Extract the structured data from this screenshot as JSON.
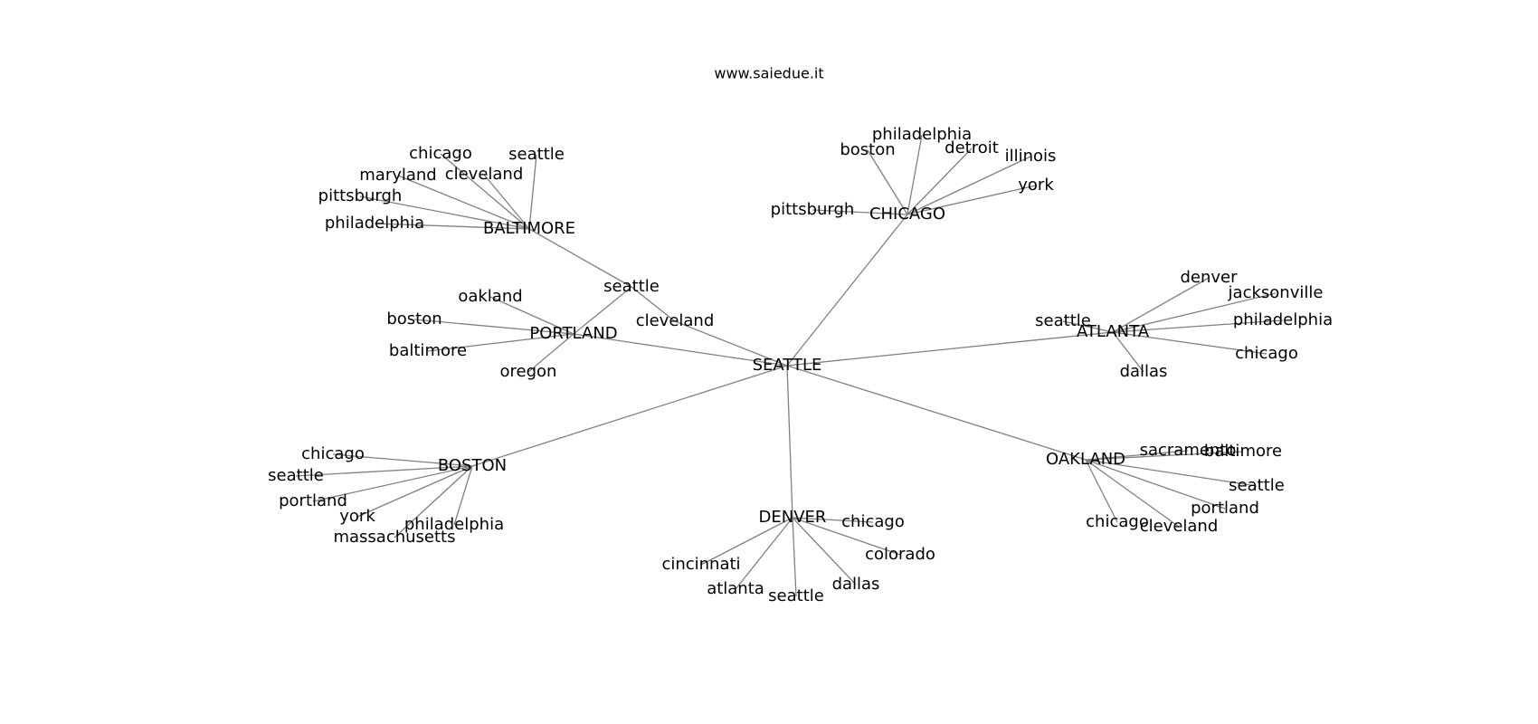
{
  "site": "www.saiedue.it",
  "colors": {
    "edge": "#808080",
    "text": "#000000",
    "background": "#ffffff"
  },
  "nodes": [
    {
      "id": "SEATTLE",
      "label": "SEATTLE"
    },
    {
      "id": "BALTIMORE",
      "label": "BALTIMORE"
    },
    {
      "id": "CHICAGO",
      "label": "CHICAGO"
    },
    {
      "id": "PORTLAND",
      "label": "PORTLAND"
    },
    {
      "id": "ATLANTA",
      "label": "ATLANTA"
    },
    {
      "id": "BOSTON",
      "label": "BOSTON"
    },
    {
      "id": "DENVER",
      "label": "DENVER"
    },
    {
      "id": "OAKLAND",
      "label": "OAKLAND"
    },
    {
      "id": "cleveland_hub",
      "label": "cleveland"
    },
    {
      "id": "seattle_hub",
      "label": "seattle"
    },
    {
      "id": "bal_chicago",
      "label": "chicago"
    },
    {
      "id": "bal_seattle",
      "label": "seattle"
    },
    {
      "id": "bal_maryland",
      "label": "maryland"
    },
    {
      "id": "bal_cleveland",
      "label": "cleveland"
    },
    {
      "id": "bal_pittsburgh",
      "label": "pittsburgh"
    },
    {
      "id": "bal_philadelphia",
      "label": "philadelphia"
    },
    {
      "id": "chi_philadelphia",
      "label": "philadelphia"
    },
    {
      "id": "chi_boston",
      "label": "boston"
    },
    {
      "id": "chi_detroit",
      "label": "detroit"
    },
    {
      "id": "chi_illinois",
      "label": "illinois"
    },
    {
      "id": "chi_york",
      "label": "york"
    },
    {
      "id": "chi_pittsburgh",
      "label": "pittsburgh"
    },
    {
      "id": "por_oakland",
      "label": "oakland"
    },
    {
      "id": "por_boston",
      "label": "boston"
    },
    {
      "id": "por_baltimore",
      "label": "baltimore"
    },
    {
      "id": "por_oregon",
      "label": "oregon"
    },
    {
      "id": "atl_denver",
      "label": "denver"
    },
    {
      "id": "atl_jacksonville",
      "label": "jacksonville"
    },
    {
      "id": "atl_seattle",
      "label": "seattle"
    },
    {
      "id": "atl_philadelphia",
      "label": "philadelphia"
    },
    {
      "id": "atl_chicago",
      "label": "chicago"
    },
    {
      "id": "atl_dallas",
      "label": "dallas"
    },
    {
      "id": "bos_chicago",
      "label": "chicago"
    },
    {
      "id": "bos_seattle",
      "label": "seattle"
    },
    {
      "id": "bos_portland",
      "label": "portland"
    },
    {
      "id": "bos_york",
      "label": "york"
    },
    {
      "id": "bos_philadelphia",
      "label": "philadelphia"
    },
    {
      "id": "bos_massachusetts",
      "label": "massachusetts"
    },
    {
      "id": "den_chicago",
      "label": "chicago"
    },
    {
      "id": "den_colorado",
      "label": "colorado"
    },
    {
      "id": "den_cincinnati",
      "label": "cincinnati"
    },
    {
      "id": "den_dallas",
      "label": "dallas"
    },
    {
      "id": "den_atlanta",
      "label": "atlanta"
    },
    {
      "id": "den_seattle",
      "label": "seattle"
    },
    {
      "id": "oak_sacramento",
      "label": "sacramento"
    },
    {
      "id": "oak_baltimore",
      "label": "baltimore"
    },
    {
      "id": "oak_seattle",
      "label": "seattle"
    },
    {
      "id": "oak_portland",
      "label": "portland"
    },
    {
      "id": "oak_chicago",
      "label": "chicago"
    },
    {
      "id": "oak_cleveland",
      "label": "cleveland"
    }
  ],
  "edges": [
    [
      "SEATTLE",
      "cleveland_hub"
    ],
    [
      "SEATTLE",
      "PORTLAND"
    ],
    [
      "SEATTLE",
      "CHICAGO"
    ],
    [
      "SEATTLE",
      "ATLANTA"
    ],
    [
      "SEATTLE",
      "BOSTON"
    ],
    [
      "SEATTLE",
      "DENVER"
    ],
    [
      "SEATTLE",
      "OAKLAND"
    ],
    [
      "cleveland_hub",
      "seattle_hub"
    ],
    [
      "seattle_hub",
      "BALTIMORE"
    ],
    [
      "BALTIMORE",
      "bal_chicago"
    ],
    [
      "BALTIMORE",
      "bal_seattle"
    ],
    [
      "BALTIMORE",
      "bal_maryland"
    ],
    [
      "BALTIMORE",
      "bal_cleveland"
    ],
    [
      "BALTIMORE",
      "bal_pittsburgh"
    ],
    [
      "BALTIMORE",
      "bal_philadelphia"
    ],
    [
      "CHICAGO",
      "chi_philadelphia"
    ],
    [
      "CHICAGO",
      "chi_boston"
    ],
    [
      "CHICAGO",
      "chi_detroit"
    ],
    [
      "CHICAGO",
      "chi_illinois"
    ],
    [
      "CHICAGO",
      "chi_york"
    ],
    [
      "CHICAGO",
      "chi_pittsburgh"
    ],
    [
      "PORTLAND",
      "por_oakland"
    ],
    [
      "PORTLAND",
      "por_boston"
    ],
    [
      "PORTLAND",
      "por_baltimore"
    ],
    [
      "PORTLAND",
      "por_oregon"
    ],
    [
      "PORTLAND",
      "seattle_hub"
    ],
    [
      "ATLANTA",
      "atl_denver"
    ],
    [
      "ATLANTA",
      "atl_jacksonville"
    ],
    [
      "ATLANTA",
      "atl_seattle"
    ],
    [
      "ATLANTA",
      "atl_philadelphia"
    ],
    [
      "ATLANTA",
      "atl_chicago"
    ],
    [
      "ATLANTA",
      "atl_dallas"
    ],
    [
      "BOSTON",
      "bos_chicago"
    ],
    [
      "BOSTON",
      "bos_seattle"
    ],
    [
      "BOSTON",
      "bos_portland"
    ],
    [
      "BOSTON",
      "bos_york"
    ],
    [
      "BOSTON",
      "bos_philadelphia"
    ],
    [
      "BOSTON",
      "bos_massachusetts"
    ],
    [
      "DENVER",
      "den_chicago"
    ],
    [
      "DENVER",
      "den_colorado"
    ],
    [
      "DENVER",
      "den_cincinnati"
    ],
    [
      "DENVER",
      "den_dallas"
    ],
    [
      "DENVER",
      "den_atlanta"
    ],
    [
      "DENVER",
      "den_seattle"
    ],
    [
      "OAKLAND",
      "oak_sacramento"
    ],
    [
      "OAKLAND",
      "oak_baltimore"
    ],
    [
      "OAKLAND",
      "oak_seattle"
    ],
    [
      "OAKLAND",
      "oak_portland"
    ],
    [
      "OAKLAND",
      "oak_chicago"
    ],
    [
      "OAKLAND",
      "oak_cleveland"
    ]
  ]
}
